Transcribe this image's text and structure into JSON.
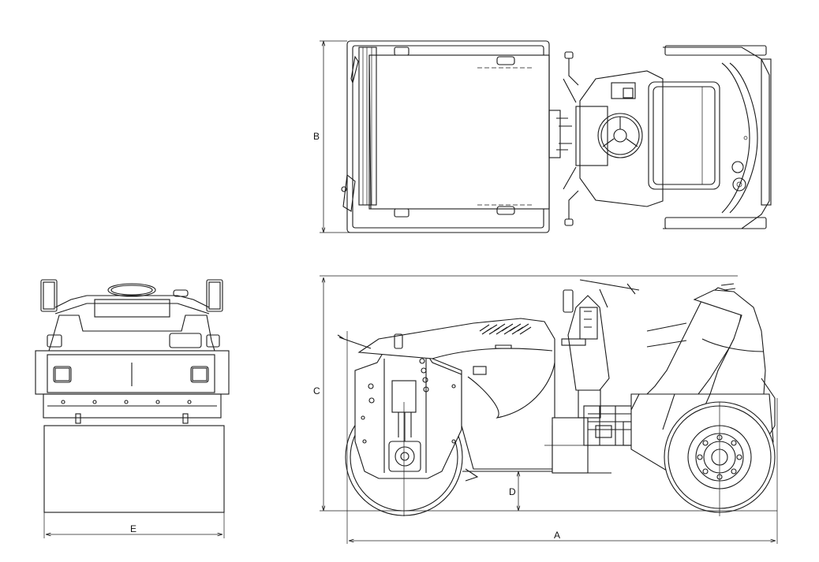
{
  "dimension_labels": {
    "a": "A",
    "b": "B",
    "c": "C",
    "d": "D",
    "e": "E"
  }
}
